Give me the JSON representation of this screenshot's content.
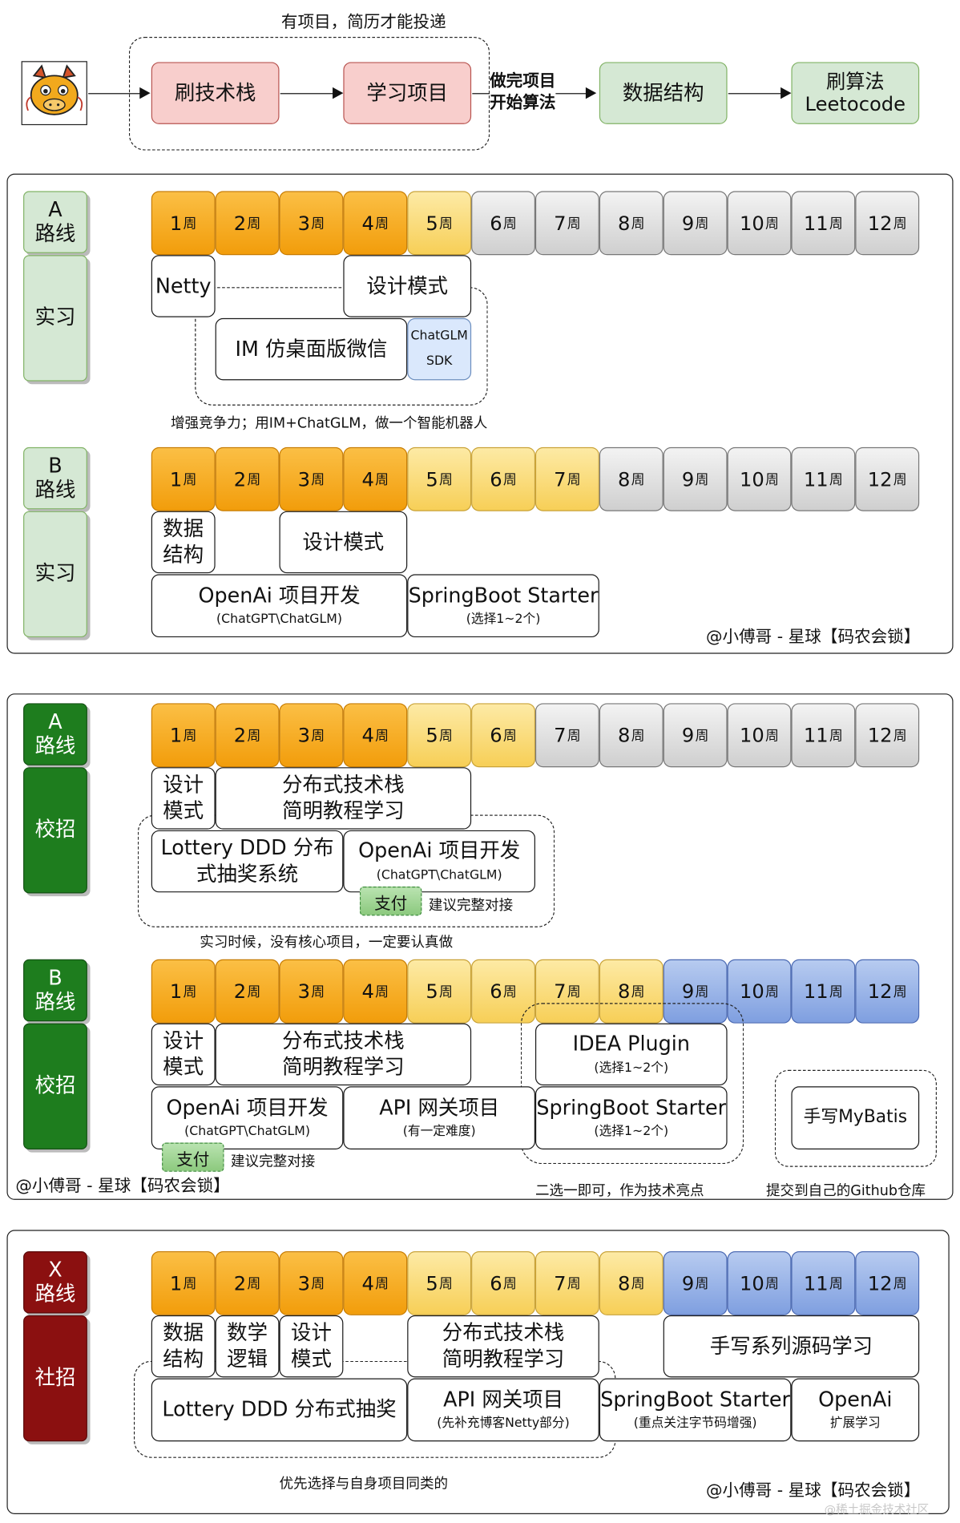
{
  "top": {
    "title": "有项目，简历才能投递",
    "step1": "刷技术栈",
    "step2": "学习项目",
    "arrow_note_1": "做完项目",
    "arrow_note_2": "开始算法",
    "step3": "数据结构",
    "step4_line1": "刷算法",
    "step4_line2": "Leetocode",
    "mascot_icon": "dragon-mascot-icon"
  },
  "week_suffix": "周",
  "colors": {
    "orange": "#f5a623",
    "yellow": "#fbe08a",
    "gray": "#d9d9d9",
    "blue": "#8fb0e8",
    "light_green": "#d5e8d4",
    "dark_green": "#1e7d1e",
    "dark_red": "#8b1010",
    "pink": "#f8cecc",
    "chatglm_blue": "#dae8fc"
  },
  "internship": {
    "a_tag": [
      "A",
      "路线"
    ],
    "a_sub": "实习",
    "a_weeks": [
      "1",
      "2",
      "3",
      "4",
      "5",
      "6",
      "7",
      "8",
      "9",
      "10",
      "11",
      "12"
    ],
    "a_netty": "Netty",
    "a_design": "设计模式",
    "a_im": "IM 仿桌面版微信",
    "a_chatglm_1": "ChatGLM",
    "a_chatglm_2": "SDK",
    "a_note": "增强竞争力；用IM+ChatGLM，做一个智能机器人",
    "b_tag": [
      "B",
      "路线"
    ],
    "b_sub": "实习",
    "b_ds_1": "数据",
    "b_ds_2": "结构",
    "b_design": "设计模式",
    "b_openai": "OpenAi 项目开发",
    "b_openai_sub": "(ChatGPT\\ChatGLM)",
    "b_springboot": "SpringBoot Starter",
    "b_springboot_sub": "(选择1~2个)",
    "credit": "@小傅哥 - 星球【码农会锁】"
  },
  "campus": {
    "a_tag": [
      "A",
      "路线"
    ],
    "a_sub": "校招",
    "a_design_1": "设计",
    "a_design_2": "模式",
    "a_dist_1": "分布式技术栈",
    "a_dist_2": "简明教程学习",
    "a_lottery_1": "Lottery DDD 分布",
    "a_lottery_2": "式抽奖系统",
    "a_openai": "OpenAi 项目开发",
    "a_openai_sub": "(ChatGPT\\ChatGLM)",
    "a_pay": "支付",
    "a_pay_note": "建议完整对接",
    "a_note": "实习时候，没有核心项目，一定要认真做",
    "b_tag": [
      "B",
      "路线"
    ],
    "b_sub": "校招",
    "b_design_1": "设计",
    "b_design_2": "模式",
    "b_dist_1": "分布式技术栈",
    "b_dist_2": "简明教程学习",
    "b_openai": "OpenAi 项目开发",
    "b_openai_sub": "(ChatGPT\\ChatGLM)",
    "b_api": "API 网关项目",
    "b_api_sub": "(有一定难度)",
    "b_idea": "IDEA Plugin",
    "b_idea_sub": "(选择1~2个)",
    "b_springboot": "SpringBoot Starter",
    "b_springboot_sub": "(选择1~2个)",
    "b_mybatis": "手写MyBatis",
    "b_pay": "支付",
    "b_pay_note": "建议完整对接",
    "b_choose_note": "二选一即可，作为技术亮点",
    "b_github_note": "提交到自己的Github仓库",
    "credit": "@小傅哥 - 星球【码农会锁】"
  },
  "social": {
    "tag": [
      "X",
      "路线"
    ],
    "sub": "社招",
    "ds_1": "数据",
    "ds_2": "结构",
    "math_1": "数学",
    "math_2": "逻辑",
    "design_1": "设计",
    "design_2": "模式",
    "dist_1": "分布式技术栈",
    "dist_2": "简明教程学习",
    "source": "手写系列源码学习",
    "lottery": "Lottery DDD 分布式抽奖",
    "api": "API 网关项目",
    "api_sub": "(先补充博客Netty部分)",
    "springboot": "SpringBoot Starter",
    "springboot_sub": "(重点关注字节码增强)",
    "openai": "OpenAi",
    "openai_sub": "扩展学习",
    "note": "优先选择与自身项目同类的",
    "credit": "@小傅哥 - 星球【码农会锁】"
  },
  "watermark": "@稀土掘金技术社区"
}
